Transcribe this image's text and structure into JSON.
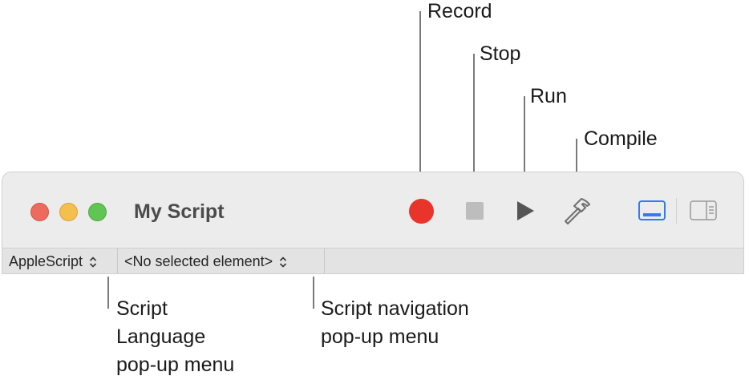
{
  "window": {
    "title": "My Script"
  },
  "toolbar": {
    "record_icon": "record-icon",
    "stop_icon": "stop-icon",
    "run_icon": "run-icon",
    "compile_icon": "hammer-icon",
    "view_bottom_icon": "bottom-panel-icon",
    "view_side_icon": "side-panel-icon",
    "accent_color": "#2f7cf6",
    "record_color": "#e8342b"
  },
  "navigation_bar": {
    "language_popup_value": "AppleScript",
    "element_popup_value": "<No selected element>"
  },
  "callouts": {
    "record": "Record",
    "stop": "Stop",
    "run": "Run",
    "compile": "Compile",
    "language_menu": [
      "Script",
      "Language",
      "pop-up menu"
    ],
    "navigation_menu": [
      "Script navigation",
      "pop-up menu"
    ]
  }
}
